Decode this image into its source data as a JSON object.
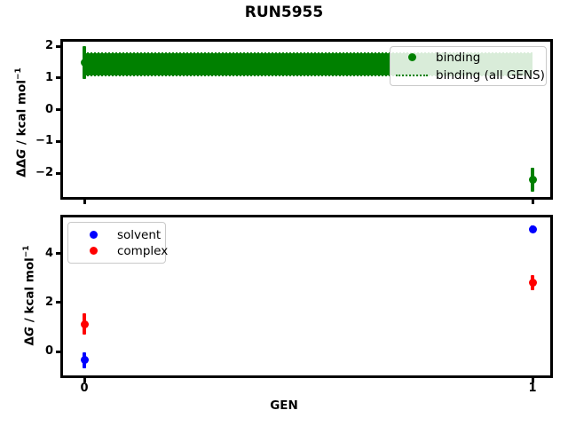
{
  "figure": {
    "title": "RUN5955",
    "background": "#ffffff"
  },
  "chart_data": [
    {
      "type": "scatter",
      "panel": "top",
      "ylabel": "ΔΔG / kcal mol⁻¹",
      "ylabel_parts": {
        "delta": "ΔΔ",
        "sym": "G",
        "units": " / kcal mol",
        "sup": "−1"
      },
      "xlabel": "",
      "xlim": [
        -0.05,
        1.04
      ],
      "ylim": [
        -2.76,
        2.18
      ],
      "yticks": [
        2,
        1,
        0,
        -1,
        -2
      ],
      "xticks": [
        0,
        1
      ],
      "grid": false,
      "series": [
        {
          "name": "binding",
          "color": "#008000",
          "marker": "circle",
          "x": [
            0,
            1
          ],
          "y": [
            1.48,
            -2.2
          ],
          "yerr": [
            0.52,
            0.38
          ]
        }
      ],
      "band": {
        "name": "binding (all GENS)",
        "color": "#008000",
        "y_center": 1.44,
        "y_low": 1.09,
        "y_high": 1.79,
        "x_span": [
          0,
          1
        ],
        "edge_style": "dotted"
      },
      "legend": {
        "position": "upper right",
        "entries": [
          {
            "label": "binding",
            "marker": "dot",
            "color": "#008000"
          },
          {
            "label": "binding (all GENS)",
            "marker": "dotted-line",
            "color": "#008000"
          }
        ]
      }
    },
    {
      "type": "scatter",
      "panel": "bottom",
      "ylabel": "ΔG / kcal mol⁻¹",
      "ylabel_parts": {
        "delta": "Δ",
        "sym": "G",
        "units": " / kcal mol",
        "sup": "−1"
      },
      "xlabel": "GEN",
      "xlim": [
        -0.05,
        1.04
      ],
      "ylim": [
        -0.99,
        5.53
      ],
      "yticks": [
        0,
        2,
        4
      ],
      "xticks": [
        0,
        1
      ],
      "grid": false,
      "series": [
        {
          "name": "solvent",
          "color": "#0000ff",
          "marker": "circle",
          "x": [
            0,
            1
          ],
          "y": [
            -0.35,
            5.0
          ],
          "yerr": [
            0.33,
            0.15
          ]
        },
        {
          "name": "complex",
          "color": "#ff0000",
          "marker": "circle",
          "x": [
            0,
            1
          ],
          "y": [
            1.12,
            2.8
          ],
          "yerr": [
            0.42,
            0.3
          ]
        }
      ],
      "legend": {
        "position": "upper left",
        "entries": [
          {
            "label": "solvent",
            "marker": "dot",
            "color": "#0000ff"
          },
          {
            "label": "complex",
            "marker": "dot",
            "color": "#ff0000"
          }
        ]
      }
    }
  ]
}
